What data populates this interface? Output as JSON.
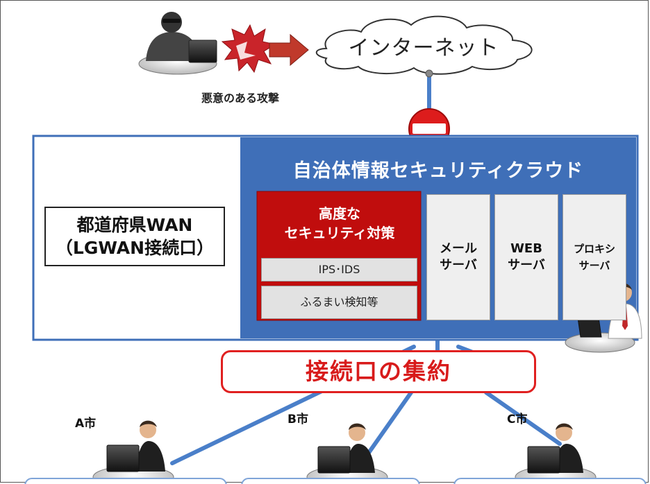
{
  "internet_label": "インターネット",
  "attack_label": "悪意のある攻撃",
  "wan": {
    "line1": "都道府県WAN",
    "line2": "（LGWAN接続口）"
  },
  "cloud_title": "自治体情報セキュリティクラウド",
  "security": {
    "title_line1": "高度な",
    "title_line2": "セキュリティ対策",
    "items": [
      "IPS･IDS",
      "ふるまい検知等"
    ]
  },
  "servers": [
    {
      "line1": "メール",
      "line2": "サーバ"
    },
    {
      "line1": "WEB",
      "line2": "サーバ"
    },
    {
      "line1": "プロキシ",
      "line2": "サーバ"
    }
  ],
  "consolidation_label": "接続口の集約",
  "cities": [
    "A市",
    "B市",
    "C市"
  ],
  "colors": {
    "cloud_blue": "#3f6fb8",
    "security_red": "#c00d0d",
    "accent_red": "#e02020",
    "line_blue": "#4a7fc9"
  }
}
